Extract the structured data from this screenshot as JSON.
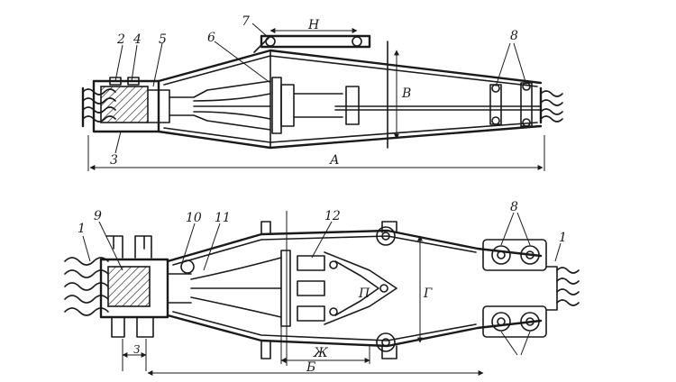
{
  "top_view": {
    "callouts": [
      "2",
      "4",
      "5",
      "6",
      "7",
      "8",
      "3"
    ],
    "dimensions": {
      "overall": "А",
      "height": "В",
      "flange": "Н"
    }
  },
  "bottom_view": {
    "callouts": [
      "1",
      "9",
      "10",
      "11",
      "12",
      "8",
      "1"
    ],
    "dimensions": {
      "overall": "Б",
      "gland": "З",
      "mid": "Ж",
      "width": "Г",
      "inner": "П"
    }
  },
  "colors": {
    "ink": "#1a1a1a",
    "paper": "#ffffff"
  }
}
